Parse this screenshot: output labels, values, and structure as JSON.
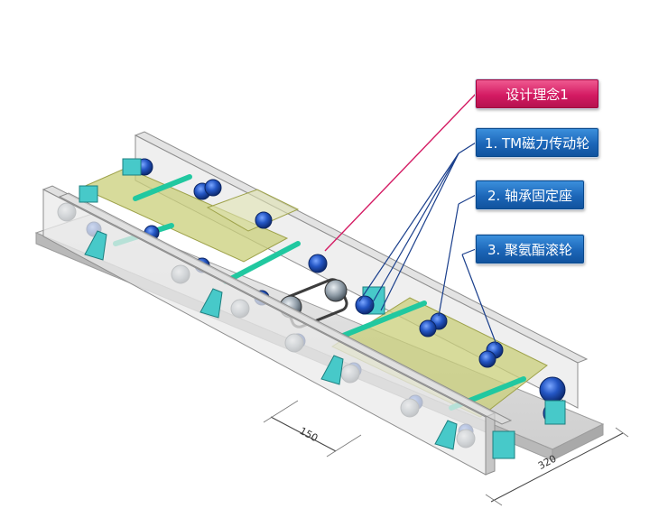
{
  "callouts": {
    "concept": "设计理念1",
    "part1": "1. TM磁力传动轮",
    "part2": "2. 轴承固定座",
    "part3": "3. 聚氨酯滚轮"
  },
  "dimensions": {
    "width": "150",
    "length": "320"
  },
  "colors": {
    "concept_callout": "#d41b63",
    "part_callout": "#1c66b8",
    "frame": "#dcdcdc",
    "panel": "#c9cf7a",
    "wheel": "#1f4fb0",
    "shaft": "#21c8a0",
    "bracket": "#47c9c9"
  }
}
